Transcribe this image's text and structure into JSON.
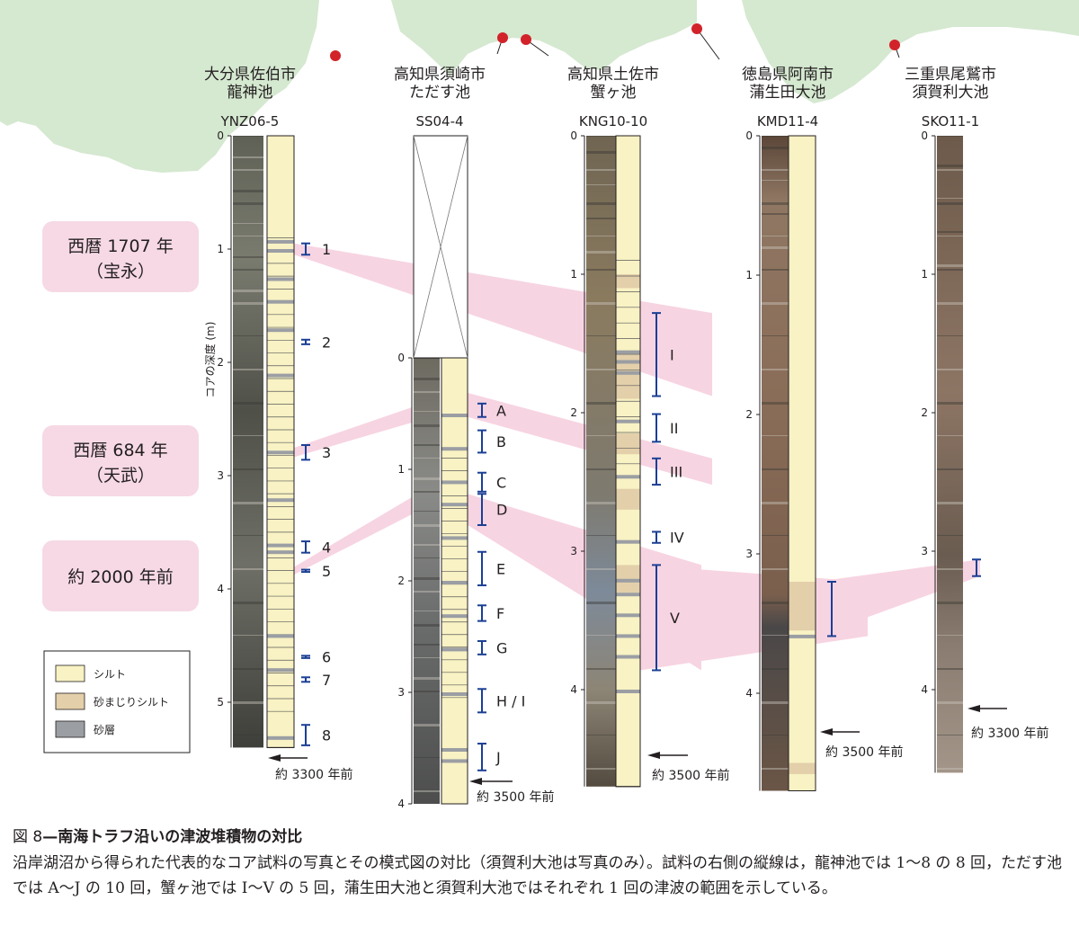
{
  "colors": {
    "map_land": "#d5e8d0",
    "site_dot": "#d2232a",
    "silt": "#f8f2c4",
    "sandy_silt": "#e3cfaa",
    "sand": "#9b9ea3",
    "event_box": "#f6d9e5",
    "correlation_band": "#f7d4e2",
    "bracket": "#1b3f94",
    "column_outline": "#231f20"
  },
  "sites": [
    {
      "key": "ynz",
      "place": "大分県佐伯市",
      "pond": "龍神池",
      "core": "YNZ06-5"
    },
    {
      "key": "ss",
      "place": "高知県須崎市",
      "pond": "ただす池",
      "core": "SS04-4"
    },
    {
      "key": "kng",
      "place": "高知県土佐市",
      "pond": "蟹ヶ池",
      "core": "KNG10-10"
    },
    {
      "key": "kmd",
      "place": "徳島県阿南市",
      "pond": "蒲生田大池",
      "core": "KMD11-4"
    },
    {
      "key": "sko",
      "place": "三重県尾鷲市",
      "pond": "須賀利大池",
      "core": "SKO11-1"
    }
  ],
  "axis_label": "コアの深度 (m)",
  "events": [
    {
      "line1": "西暦 1707 年",
      "line2": "（宝永）"
    },
    {
      "line1": "西暦 684 年",
      "line2": "（天武）"
    },
    {
      "line1": "約 2000 年前",
      "line2": ""
    }
  ],
  "legend": [
    {
      "label": "シルト",
      "color_key": "silt"
    },
    {
      "label": "砂まじりシルト",
      "color_key": "sandy_silt"
    },
    {
      "label": "砂層",
      "color_key": "sand"
    }
  ],
  "cores": {
    "ynz": {
      "ticks": [
        0,
        1,
        2,
        3,
        4,
        5
      ],
      "bottom_depth_m": 5.4,
      "tsunami_layers": [
        {
          "label": "1",
          "top_m": 0.95,
          "bottom_m": 1.05
        },
        {
          "label": "2",
          "top_m": 1.8,
          "bottom_m": 1.84
        },
        {
          "label": "3",
          "top_m": 2.73,
          "bottom_m": 2.86
        },
        {
          "label": "4",
          "top_m": 3.58,
          "bottom_m": 3.68
        },
        {
          "label": "5",
          "top_m": 3.83,
          "bottom_m": 3.85
        },
        {
          "label": "6",
          "top_m": 4.59,
          "bottom_m": 4.61
        },
        {
          "label": "7",
          "top_m": 4.78,
          "bottom_m": 4.82
        },
        {
          "label": "8",
          "top_m": 5.2,
          "bottom_m": 5.38
        }
      ],
      "age_note": "約 3300 年前"
    },
    "ss": {
      "ticks": [
        0,
        1,
        2,
        3,
        4
      ],
      "bottom_depth_m": 4.0,
      "tsunami_layers": [
        {
          "label": "A",
          "top_m": 0.41,
          "bottom_m": 0.53
        },
        {
          "label": "B",
          "top_m": 0.65,
          "bottom_m": 0.85
        },
        {
          "label": "C",
          "top_m": 1.03,
          "bottom_m": 1.2
        },
        {
          "label": "D",
          "top_m": 1.22,
          "bottom_m": 1.5
        },
        {
          "label": "E",
          "top_m": 1.74,
          "bottom_m": 2.04
        },
        {
          "label": "F",
          "top_m": 2.22,
          "bottom_m": 2.36
        },
        {
          "label": "G",
          "top_m": 2.54,
          "bottom_m": 2.66
        },
        {
          "label": "H / I",
          "top_m": 2.97,
          "bottom_m": 3.18
        },
        {
          "label": "J",
          "top_m": 3.46,
          "bottom_m": 3.7
        }
      ],
      "age_note": "約 3500 年前"
    },
    "kng": {
      "ticks": [
        0,
        1,
        2,
        3,
        4
      ],
      "bottom_depth_m": 4.7,
      "tsunami_layers": [
        {
          "label": "I",
          "top_m": 1.28,
          "bottom_m": 1.88
        },
        {
          "label": "II",
          "top_m": 2.01,
          "bottom_m": 2.21
        },
        {
          "label": "III",
          "top_m": 2.33,
          "bottom_m": 2.52
        },
        {
          "label": "IV",
          "top_m": 2.86,
          "bottom_m": 2.94
        },
        {
          "label": "V",
          "top_m": 3.1,
          "bottom_m": 3.86
        }
      ],
      "age_note": "約 3500 年前"
    },
    "kmd": {
      "ticks": [
        0,
        1,
        2,
        3,
        4
      ],
      "bottom_depth_m": 4.7,
      "tsunami_layers": [
        {
          "label": "",
          "top_m": 3.2,
          "bottom_m": 3.59
        }
      ],
      "age_note": "約 3500 年前"
    },
    "sko": {
      "ticks": [
        0,
        1,
        2,
        3,
        4
      ],
      "bottom_depth_m": 4.6,
      "tsunami_layers": [
        {
          "label": "",
          "top_m": 3.06,
          "bottom_m": 3.18
        }
      ],
      "age_note": "約 3300 年前"
    }
  },
  "caption": {
    "fig_no": "図 8",
    "dash": "—",
    "title": "南海トラフ沿いの津波堆積物の対比",
    "body": "沿岸湖沼から得られた代表的なコア試料の写真とその模式図の対比（須賀利大池は写真のみ）。試料の右側の縦線は，龍神池では 1〜8 の 8 回，ただす池では A〜J の 10 回，蟹ヶ池では I〜V の 5 回，蒲生田大池と須賀利大池ではそれぞれ 1 回の津波の範囲を示している。"
  }
}
